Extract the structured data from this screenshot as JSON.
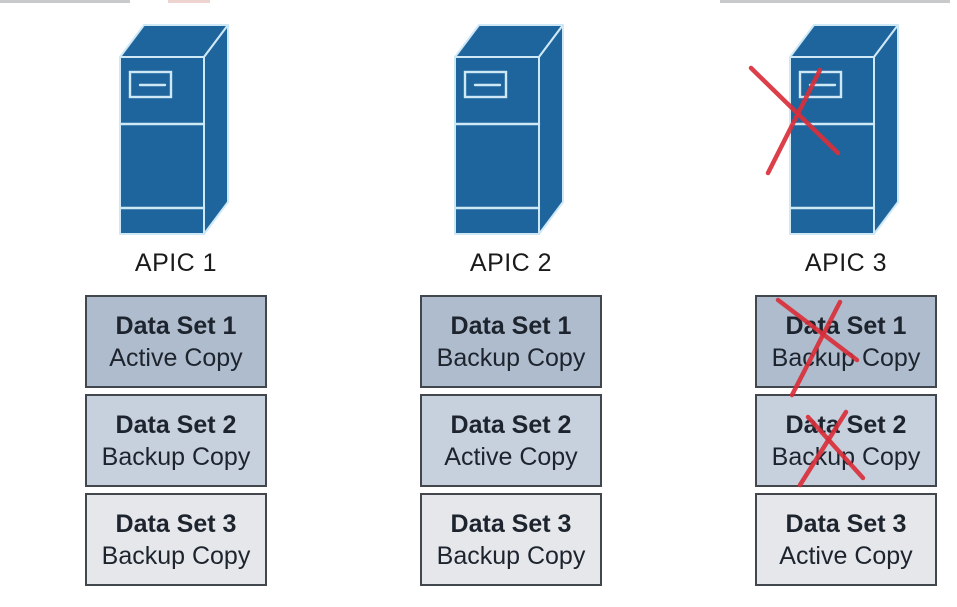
{
  "diagram": {
    "description": "APIC cluster data sharding diagram: three APIC controllers each holding active/backup copies of three data sets; APIC 3 has failed (crossed out in red) along with its copies of Data Set 1 and Data Set 2.",
    "columns": [
      {
        "id": "apic1",
        "label": "APIC 1",
        "server": {
          "type": "server-tower",
          "failed": false
        },
        "datasets": [
          {
            "title": "Data Set 1",
            "copy": "Active Copy",
            "crossed_out": false
          },
          {
            "title": "Data Set 2",
            "copy": "Backup Copy",
            "crossed_out": false
          },
          {
            "title": "Data Set 3",
            "copy": "Backup Copy",
            "crossed_out": false
          }
        ]
      },
      {
        "id": "apic2",
        "label": "APIC 2",
        "server": {
          "type": "server-tower",
          "failed": false
        },
        "datasets": [
          {
            "title": "Data Set 1",
            "copy": "Backup Copy",
            "crossed_out": false
          },
          {
            "title": "Data Set 2",
            "copy": "Active Copy",
            "crossed_out": false
          },
          {
            "title": "Data Set 3",
            "copy": "Backup Copy",
            "crossed_out": false
          }
        ]
      },
      {
        "id": "apic3",
        "label": "APIC 3",
        "server": {
          "type": "server-tower",
          "failed": true
        },
        "datasets": [
          {
            "title": "Data Set 1",
            "copy": "Backup Copy",
            "crossed_out": true
          },
          {
            "title": "Data Set 2",
            "copy": "Backup Copy",
            "crossed_out": true
          },
          {
            "title": "Data Set 3",
            "copy": "Active Copy",
            "crossed_out": false
          }
        ]
      }
    ],
    "colors": {
      "server_blue": "#1d659c",
      "server_edge_light": "#cfe8f6",
      "failure_cross_red": "#d92f3a",
      "dataset_row1_bg": "#aebccd",
      "dataset_row2_bg": "#c7d0dd",
      "dataset_row3_bg": "#e5e7eb",
      "dataset_border": "#42474e",
      "dataset_text": "#1d242e",
      "label_text": "#1a1a1a"
    }
  }
}
